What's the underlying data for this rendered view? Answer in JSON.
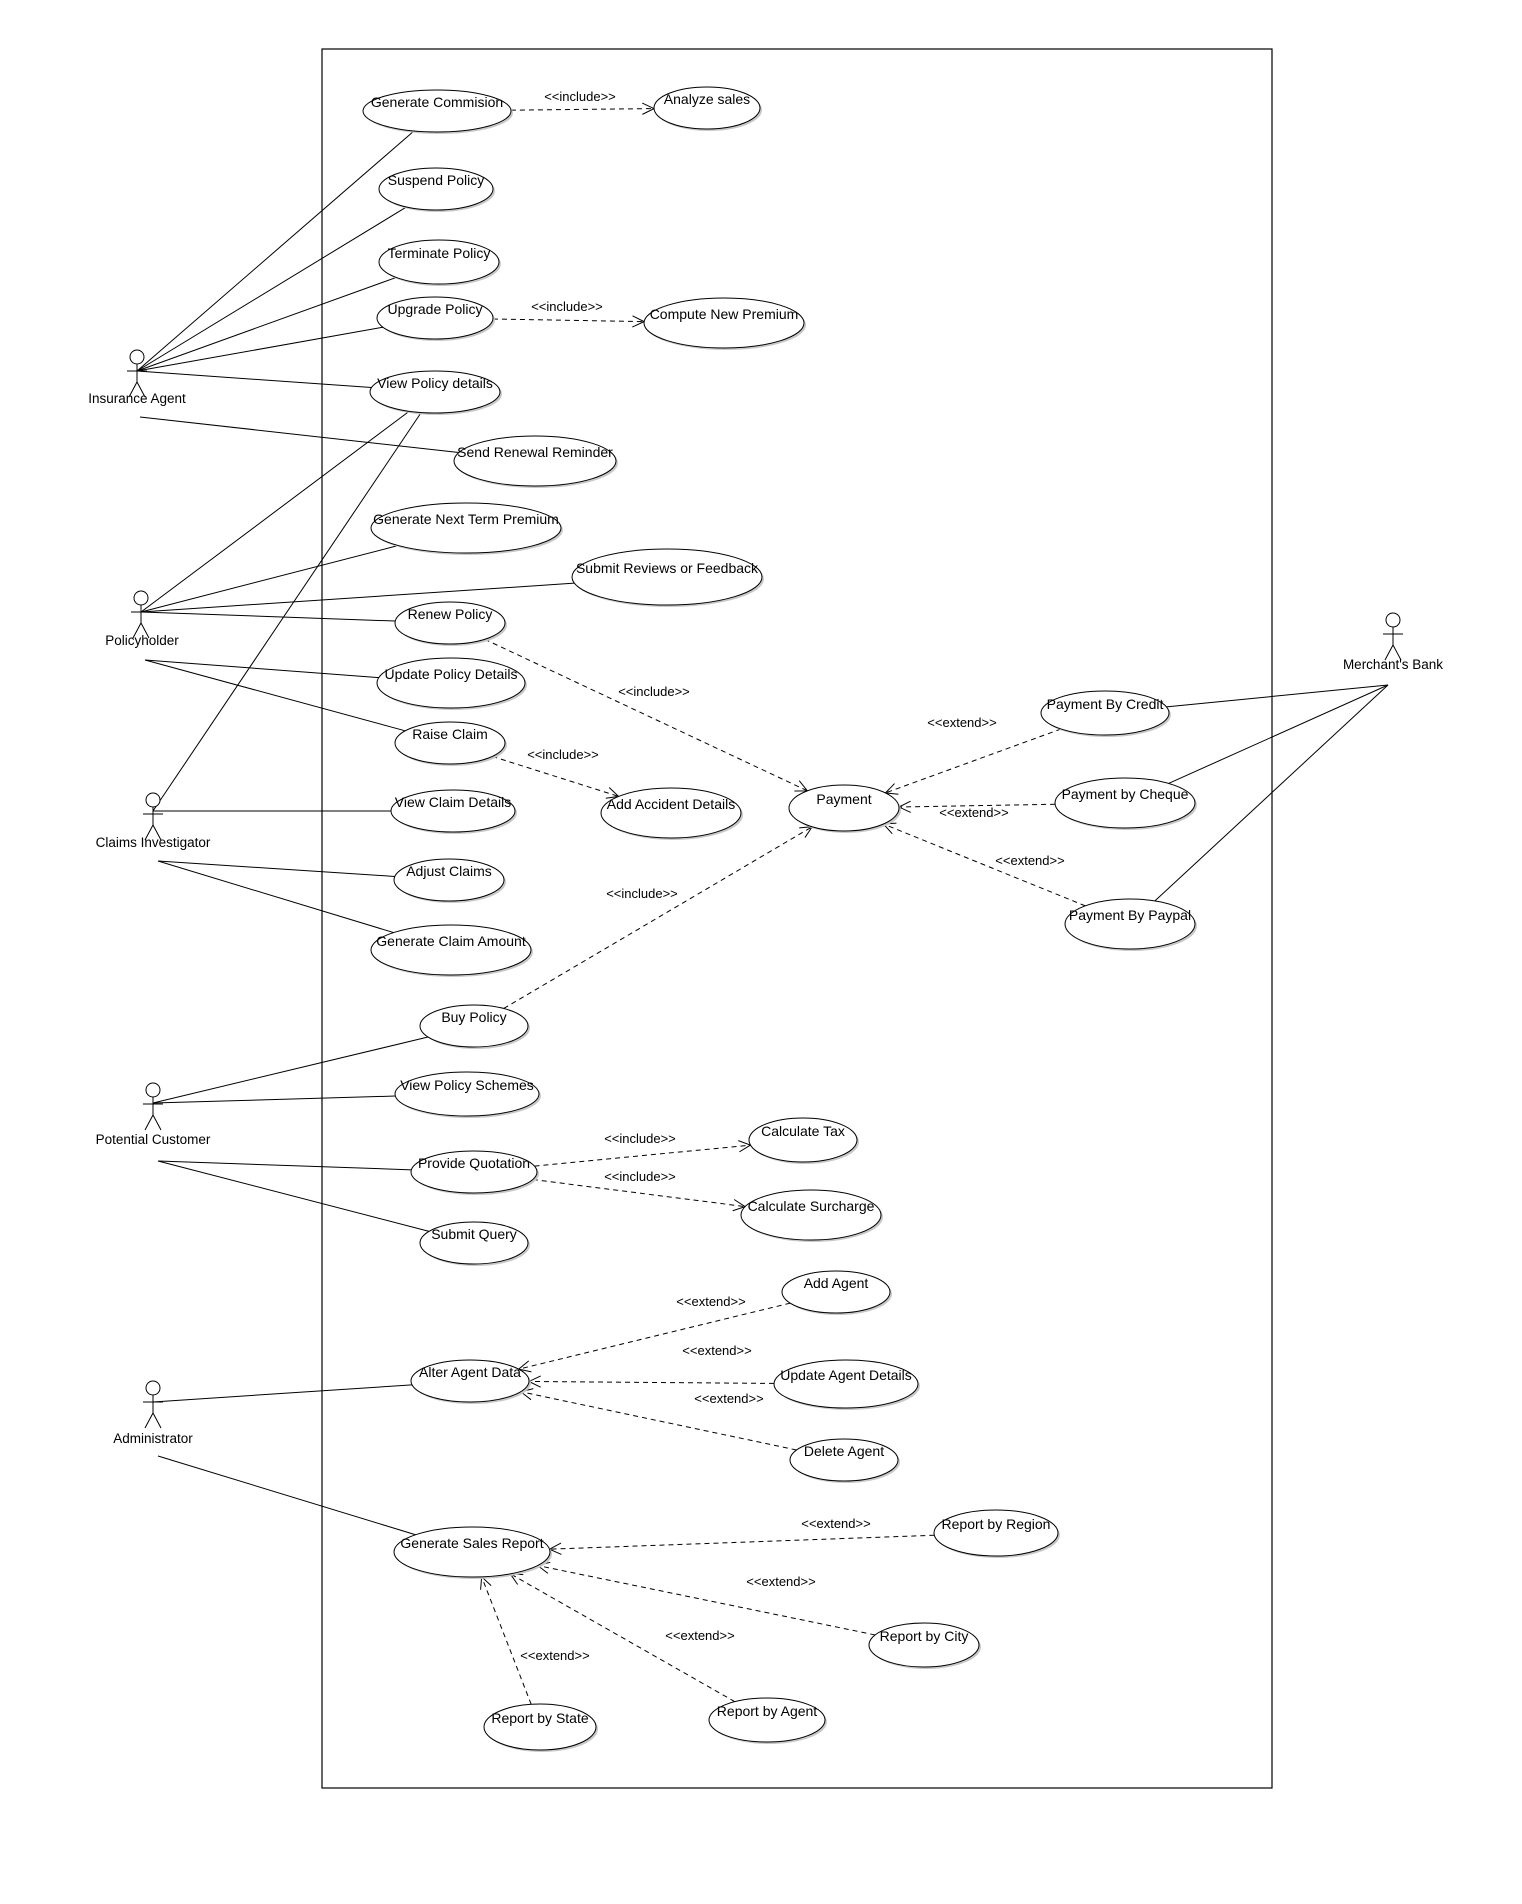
{
  "actors": [
    {
      "id": "insurance-agent",
      "label": "Insurance Agent"
    },
    {
      "id": "policyholder",
      "label": "Policyholder"
    },
    {
      "id": "claims-investigator",
      "label": "Claims Investigator"
    },
    {
      "id": "potential-customer",
      "label": "Potential Customer"
    },
    {
      "id": "administrator",
      "label": "Administrator"
    },
    {
      "id": "merchants-bank",
      "label": "Merchant's Bank"
    }
  ],
  "use_cases": [
    {
      "id": "generate-commision",
      "label": "Generate Commision"
    },
    {
      "id": "analyze-sales",
      "label": "Analyze sales"
    },
    {
      "id": "suspend-policy",
      "label": "Suspend Policy"
    },
    {
      "id": "terminate-policy",
      "label": "Terminate Policy"
    },
    {
      "id": "upgrade-policy",
      "label": "Upgrade Policy"
    },
    {
      "id": "compute-new-premium",
      "label": "Compute New Premium"
    },
    {
      "id": "view-policy-details",
      "label": "View Policy details"
    },
    {
      "id": "send-renewal-reminder",
      "label": "Send Renewal Reminder"
    },
    {
      "id": "generate-next-term-premium",
      "label": "Generate Next Term Premium"
    },
    {
      "id": "submit-reviews",
      "label": "Submit Reviews or Feedback"
    },
    {
      "id": "renew-policy",
      "label": "Renew Policy"
    },
    {
      "id": "update-policy-details",
      "label": "Update Policy Details"
    },
    {
      "id": "raise-claim",
      "label": "Raise Claim"
    },
    {
      "id": "add-accident-details",
      "label": "Add Accident Details"
    },
    {
      "id": "payment",
      "label": "Payment"
    },
    {
      "id": "payment-by-credit",
      "label": "Payment By Credit"
    },
    {
      "id": "payment-by-cheque",
      "label": "Payment by Cheque"
    },
    {
      "id": "payment-by-paypal",
      "label": "Payment By Paypal"
    },
    {
      "id": "view-claim-details",
      "label": "View Claim Details"
    },
    {
      "id": "adjust-claims",
      "label": "Adjust Claims"
    },
    {
      "id": "generate-claim-amount",
      "label": "Generate Claim Amount"
    },
    {
      "id": "buy-policy",
      "label": "Buy Policy"
    },
    {
      "id": "view-policy-schemes",
      "label": "View Policy Schemes"
    },
    {
      "id": "provide-quotation",
      "label": "Provide Quotation"
    },
    {
      "id": "calculate-tax",
      "label": "Calculate Tax"
    },
    {
      "id": "calculate-surcharge",
      "label": "Calculate Surcharge"
    },
    {
      "id": "submit-query",
      "label": "Submit Query"
    },
    {
      "id": "add-agent",
      "label": "Add Agent"
    },
    {
      "id": "alter-agent-data",
      "label": "Alter Agent Data"
    },
    {
      "id": "update-agent-details",
      "label": "Update Agent Details"
    },
    {
      "id": "delete-agent",
      "label": "Delete Agent"
    },
    {
      "id": "generate-sales-report",
      "label": "Generate Sales Report"
    },
    {
      "id": "report-by-region",
      "label": "Report by Region"
    },
    {
      "id": "report-by-city",
      "label": "Report by City"
    },
    {
      "id": "report-by-agent",
      "label": "Report by Agent"
    },
    {
      "id": "report-by-state",
      "label": "Report by State"
    }
  ],
  "associations": [
    [
      "insurance-agent",
      "generate-commision"
    ],
    [
      "insurance-agent",
      "suspend-policy"
    ],
    [
      "insurance-agent",
      "terminate-policy"
    ],
    [
      "insurance-agent",
      "upgrade-policy"
    ],
    [
      "insurance-agent",
      "view-policy-details"
    ],
    [
      "insurance-agent",
      "send-renewal-reminder"
    ],
    [
      "policyholder",
      "view-policy-details"
    ],
    [
      "policyholder",
      "generate-next-term-premium"
    ],
    [
      "policyholder",
      "submit-reviews"
    ],
    [
      "policyholder",
      "renew-policy"
    ],
    [
      "policyholder",
      "update-policy-details"
    ],
    [
      "policyholder",
      "raise-claim"
    ],
    [
      "claims-investigator",
      "view-policy-details"
    ],
    [
      "claims-investigator",
      "view-claim-details"
    ],
    [
      "claims-investigator",
      "adjust-claims"
    ],
    [
      "claims-investigator",
      "generate-claim-amount"
    ],
    [
      "potential-customer",
      "buy-policy"
    ],
    [
      "potential-customer",
      "view-policy-schemes"
    ],
    [
      "potential-customer",
      "provide-quotation"
    ],
    [
      "potential-customer",
      "submit-query"
    ],
    [
      "administrator",
      "alter-agent-data"
    ],
    [
      "administrator",
      "generate-sales-report"
    ],
    [
      "merchants-bank",
      "payment-by-credit"
    ],
    [
      "merchants-bank",
      "payment-by-cheque"
    ],
    [
      "merchants-bank",
      "payment-by-paypal"
    ]
  ],
  "dependencies": [
    {
      "from": "generate-commision",
      "to": "analyze-sales",
      "stereotype": "<<include>>"
    },
    {
      "from": "upgrade-policy",
      "to": "compute-new-premium",
      "stereotype": "<<include>>"
    },
    {
      "from": "renew-policy",
      "to": "payment",
      "stereotype": "<<include>>"
    },
    {
      "from": "raise-claim",
      "to": "add-accident-details",
      "stereotype": "<<include>>"
    },
    {
      "from": "buy-policy",
      "to": "payment",
      "stereotype": "<<include>>"
    },
    {
      "from": "payment-by-credit",
      "to": "payment",
      "stereotype": "<<extend>>"
    },
    {
      "from": "payment-by-cheque",
      "to": "payment",
      "stereotype": "<<extend>>"
    },
    {
      "from": "payment-by-paypal",
      "to": "payment",
      "stereotype": "<<extend>>"
    },
    {
      "from": "provide-quotation",
      "to": "calculate-tax",
      "stereotype": "<<include>>"
    },
    {
      "from": "provide-quotation",
      "to": "calculate-surcharge",
      "stereotype": "<<include>>"
    },
    {
      "from": "add-agent",
      "to": "alter-agent-data",
      "stereotype": "<<extend>>"
    },
    {
      "from": "update-agent-details",
      "to": "alter-agent-data",
      "stereotype": "<<extend>>"
    },
    {
      "from": "delete-agent",
      "to": "alter-agent-data",
      "stereotype": "<<extend>>"
    },
    {
      "from": "report-by-region",
      "to": "generate-sales-report",
      "stereotype": "<<extend>>"
    },
    {
      "from": "report-by-city",
      "to": "generate-sales-report",
      "stereotype": "<<extend>>"
    },
    {
      "from": "report-by-agent",
      "to": "generate-sales-report",
      "stereotype": "<<extend>>"
    },
    {
      "from": "report-by-state",
      "to": "generate-sales-report",
      "stereotype": "<<extend>>"
    }
  ]
}
